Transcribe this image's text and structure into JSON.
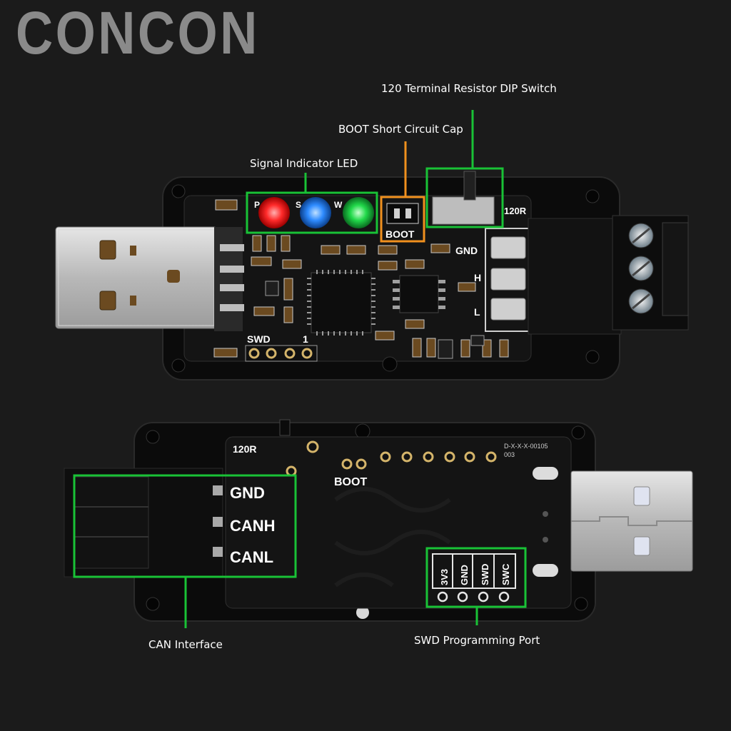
{
  "brand": {
    "logo_text": "CONCON"
  },
  "callouts": {
    "dip_switch": "120 Terminal Resistor DIP Switch",
    "boot_cap": "BOOT Short Circuit Cap",
    "signal_led": "Signal Indicator LED",
    "can_interface": "CAN Interface",
    "swd_port": "SWD Programming Port"
  },
  "top_board": {
    "boot_label": "BOOT",
    "r120_label": "120R",
    "gnd_label": "GND",
    "h_label": "H",
    "l_label": "L",
    "swd_label": "SWD",
    "pin1_label": "1",
    "led_labels": [
      "P",
      "S",
      "W"
    ]
  },
  "bottom_board": {
    "r120_label": "120R",
    "boot_label": "BOOT",
    "serial_line1": "D-X-X-X-00105",
    "serial_line2": "003",
    "pins": [
      "GND",
      "CANH",
      "CANL"
    ],
    "swd_pins": [
      "3V3",
      "GND",
      "SWD",
      "SWC"
    ]
  },
  "colors": {
    "background": "#1b1b1b",
    "callout_line_green": "#19c236",
    "callout_line_orange": "#f0901e",
    "pcb": "#141414",
    "case": "#0b0b0b",
    "led_red": "#ff2a2a",
    "led_blue": "#2e8bff",
    "led_green": "#21d94a"
  }
}
